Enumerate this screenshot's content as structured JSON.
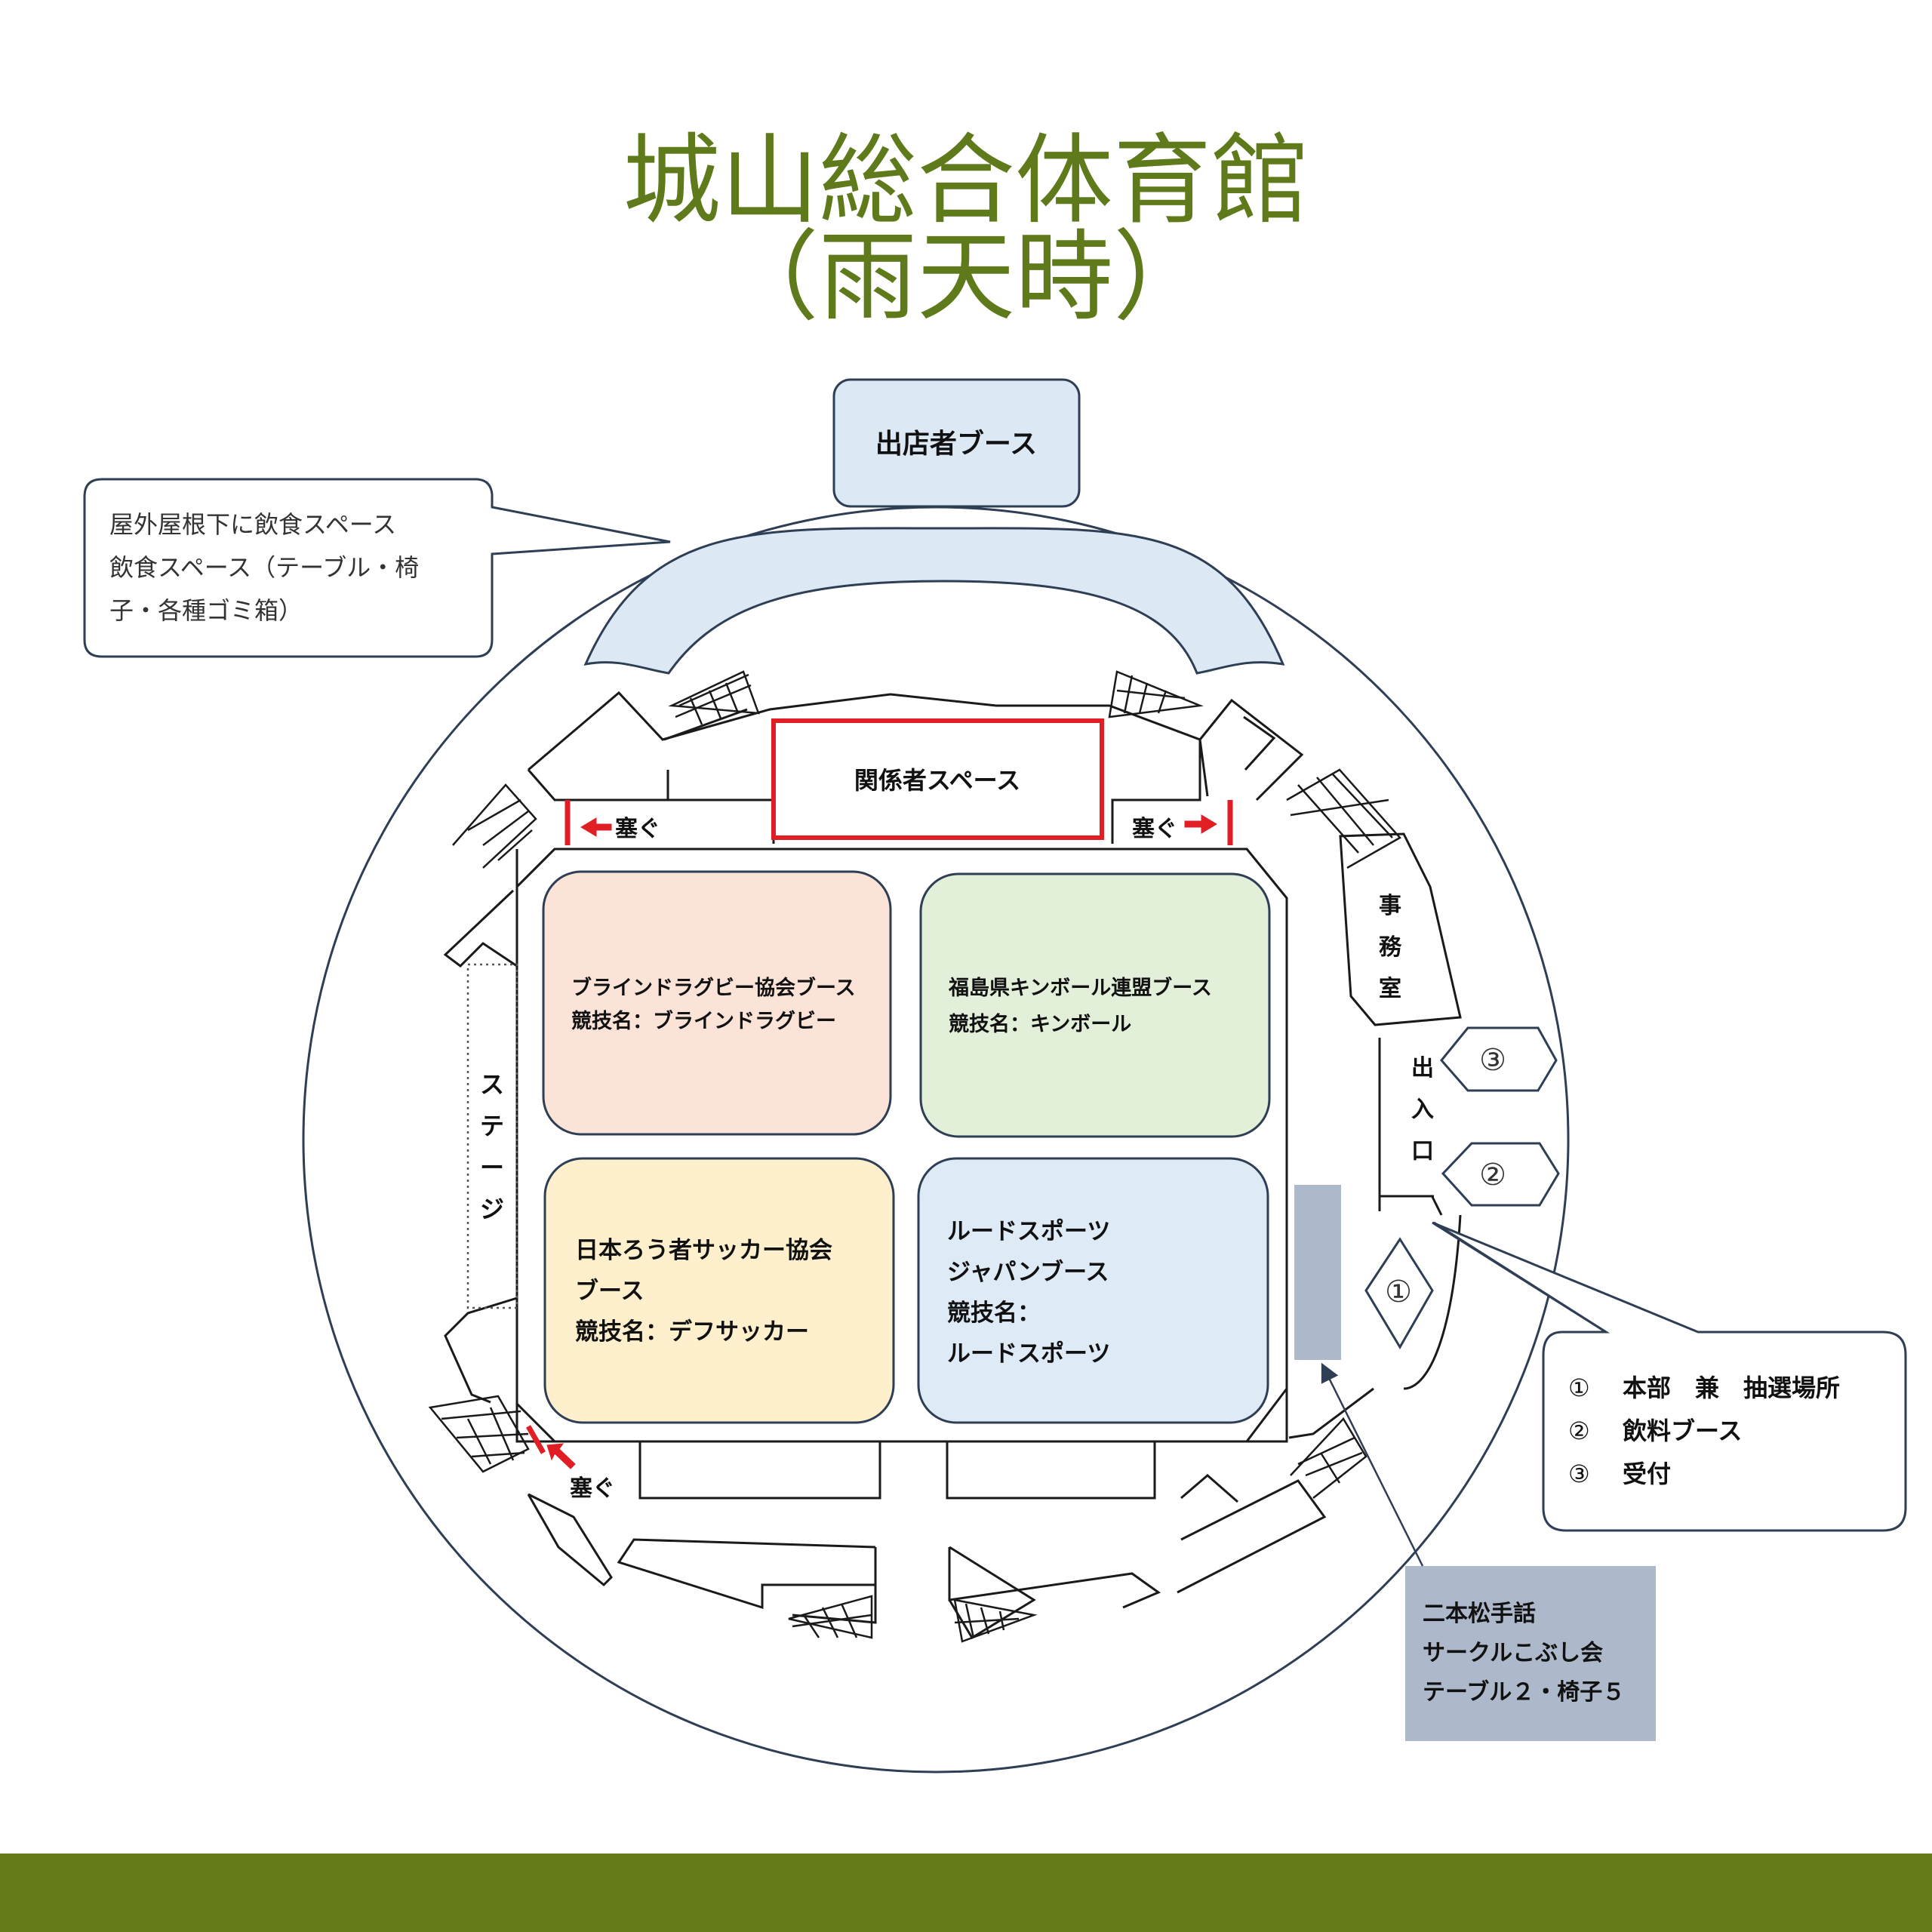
{
  "title": {
    "line1": "城山総合体育館",
    "line2": "（雨天時）"
  },
  "exhibitor_booth": "出店者ブース",
  "callout_top_left": {
    "lines": [
      "屋外屋根下に飲食スペース",
      "飲食スペース（テーブル・椅",
      "子・各種ゴミ箱）"
    ]
  },
  "staff_space": "関係者スペース",
  "block_labels": {
    "top_left": "塞ぐ",
    "top_right": "塞ぐ",
    "bottom_left": "塞ぐ"
  },
  "stage": [
    "ス",
    "テ",
    "ー",
    "ジ"
  ],
  "office": [
    "事",
    "務",
    "室"
  ],
  "entrance": [
    "出",
    "入",
    "口"
  ],
  "booths": {
    "blind_rugby": {
      "lines": [
        "ブラインドラグビー協会ブース",
        "競技名：ブラインドラグビー"
      ],
      "color": "#fbe3d8"
    },
    "kinball": {
      "lines": [
        "福島県キンボール連盟ブース",
        "競技名：キンボール"
      ],
      "color": "#e2efd9"
    },
    "deaf_soccer": {
      "lines": [
        "日本ろう者サッカー協会",
        "ブース",
        "競技名：デフサッカー"
      ],
      "color": "#fef0cd"
    },
    "ludo": {
      "lines": [
        "ルードスポーツ",
        "ジャパンブース",
        "競技名：",
        "ルードスポーツ"
      ],
      "color": "#deeaf6"
    }
  },
  "markers": {
    "m1": "①",
    "m2": "②",
    "m3": "③"
  },
  "legend": {
    "items": [
      {
        "num": "①",
        "text": "本部　兼　抽選場所"
      },
      {
        "num": "②",
        "text": "飲料ブース"
      },
      {
        "num": "③",
        "text": "受付"
      }
    ]
  },
  "sign_circle_note": {
    "lines": [
      "二本松手話",
      "サークルこぶし会",
      "テーブル２・椅子５"
    ],
    "color": "#adb9ca"
  },
  "colors": {
    "title": "#5f7a1a",
    "footer": "#647a19",
    "outline": "#2e3e55",
    "roof": "#dce9f5",
    "red": "#e01e24"
  }
}
